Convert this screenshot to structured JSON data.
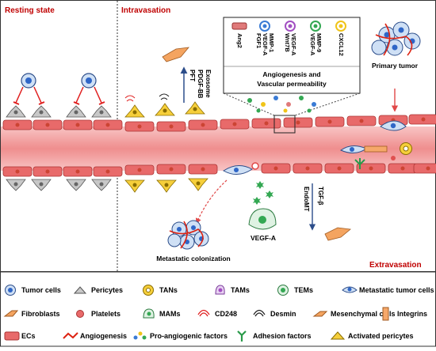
{
  "sections": {
    "resting": "Resting state",
    "intravasation": "Intravasation",
    "extravasation": "Extravasation"
  },
  "labels": {
    "primary_tumor": "Primary tumor",
    "metastatic_colonization": "Metastatic colonization",
    "vegfa": "VEGF-A",
    "endomt": "EndoMT",
    "tgfb": "TGF-β",
    "pft": "PFT",
    "pdgf_bb": "PDGF-BB",
    "exosome": "Exosome",
    "angio_box_line1": "Angiogenesis and",
    "angio_box_line2": "Vascular permeability"
  },
  "factor_box": [
    {
      "text": "Ang2",
      "color": "#e07a7a"
    },
    {
      "text": "FGF1\nVEGF-A\nMMP-1",
      "color": "#3a7bd5"
    },
    {
      "text": "Wnt7B\nVEGF-A",
      "color": "#a24fc2"
    },
    {
      "text": "VEGF-A\nMMP-9",
      "color": "#34a853"
    },
    {
      "text": "CXCL12",
      "color": "#f0c419"
    }
  ],
  "legend": [
    {
      "label": "Tumor cells",
      "icon": "tumor-cell-icon"
    },
    {
      "label": "Pericytes",
      "icon": "pericyte-icon"
    },
    {
      "label": "TANs",
      "icon": "tan-icon"
    },
    {
      "label": "TAMs",
      "icon": "tam-icon"
    },
    {
      "label": "TEMs",
      "icon": "tem-icon"
    },
    {
      "label": "Metastatic tumor cells",
      "icon": "metastatic-tumor-cell-icon"
    },
    {
      "label": "Fibroblasts",
      "icon": "fibroblast-icon"
    },
    {
      "label": "Platelets",
      "icon": "platelet-icon"
    },
    {
      "label": "MAMs",
      "icon": "mam-icon"
    },
    {
      "label": "CD248",
      "icon": "cd248-icon"
    },
    {
      "label": "Desmin",
      "icon": "desmin-icon"
    },
    {
      "label": "Mesenchymal cells",
      "icon": "mesenchymal-cell-icon"
    },
    {
      "label": "Integrins",
      "icon": "integrin-icon"
    },
    {
      "label": "ECs",
      "icon": "ec-icon"
    },
    {
      "label": "Angiogenesis",
      "icon": "angiogenesis-icon"
    },
    {
      "label": "Pro-angiogenic factors",
      "icon": "pro-angiogenic-factors-icon"
    },
    {
      "label": "Adhesion factors",
      "icon": "adhesion-factor-icon"
    },
    {
      "label": "Activated pericytes",
      "icon": "activated-pericyte-icon"
    }
  ],
  "colors": {
    "section_title": "#c00000",
    "vessel_lumen": "#f6b3b3",
    "endothelial_cell": "#e86a6a",
    "tumor_cell": "#3a7bd5",
    "pericyte": "#a0a0a0",
    "activated_pericyte": "#f0c419",
    "fibroblast": "#f4a460"
  }
}
